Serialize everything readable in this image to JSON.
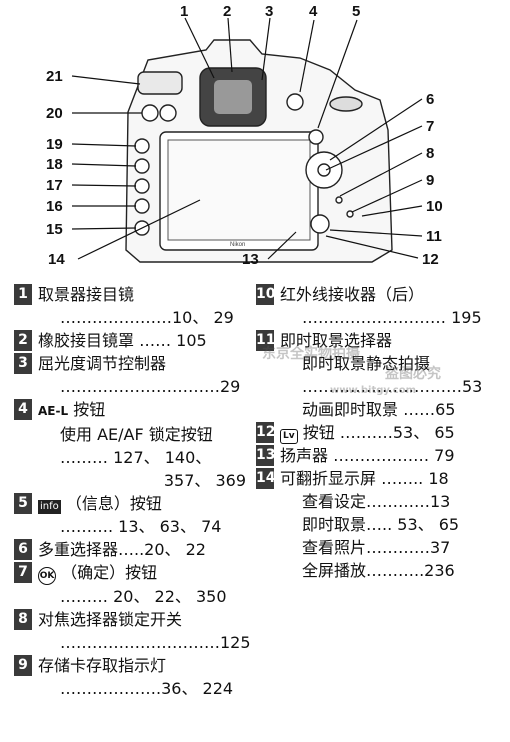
{
  "callouts": {
    "c1": "1",
    "c2": "2",
    "c3": "3",
    "c4": "4",
    "c5": "5",
    "c6": "6",
    "c7": "7",
    "c8": "8",
    "c9": "9",
    "c10": "10",
    "c11": "11",
    "c12": "12",
    "c13": "13",
    "c14": "14",
    "c15": "15",
    "c16": "16",
    "c17": "17",
    "c18": "18",
    "c19": "19",
    "c20": "20",
    "c21": "21"
  },
  "camera_brand": "Nikon",
  "icons": {
    "lock": "AE-L/AF-L lock symbol",
    "info": "info button symbol",
    "ok": "OK button symbol",
    "lv": "live view symbol"
  },
  "entries": {
    "e1": {
      "num": "1",
      "title": "取景器接目镜",
      "line1": "…………………10、 29"
    },
    "e2": {
      "num": "2",
      "title": "橡胶接目镜罩 …… 105"
    },
    "e3": {
      "num": "3",
      "title": "屈光度调节控制器",
      "line1": "…………………………29"
    },
    "e4": {
      "num": "4",
      "title": "按钮",
      "line1": "使用 AE/AF 锁定按钮",
      "line2": "……… 127、 140、",
      "line3": "357、 369"
    },
    "e5": {
      "num": "5",
      "title": "（信息）按钮",
      "line1": "………. 13、 63、 74"
    },
    "e6": {
      "num": "6",
      "title": "多重选择器…..20、 22"
    },
    "e7": {
      "num": "7",
      "title": "（确定）按钮",
      "line1": "……… 20、 22、 350"
    },
    "e8": {
      "num": "8",
      "title": "对焦选择器锁定开关",
      "line1": "…………………………125"
    },
    "e9": {
      "num": "9",
      "title": "存储卡存取指示灯",
      "line1": "……………….36、 224"
    },
    "e10": {
      "num": "10",
      "title": "红外线接收器（后）",
      "line1": "……………………… 195"
    },
    "e11": {
      "num": "11",
      "title": "即时取景选择器",
      "line1": "即时取景静态拍摄",
      "line2": "…………………………53",
      "line3": "动画即时取景 ……65"
    },
    "e12": {
      "num": "12",
      "title": "按钮 ……….53、 65"
    },
    "e13": {
      "num": "13",
      "title": "扬声器 ……………… 79"
    },
    "e14": {
      "num": "14",
      "title": "可翻折显示屏 …….. 18",
      "line1": "查看设定…………13",
      "line2": "即时取景….. 53、 65",
      "line3": "查看照片…………37",
      "line4": "全屏播放………..236"
    }
  },
  "watermark": {
    "line1": "东京全实物拍摄",
    "line2": "盗图必究",
    "url": "www.bitgy.com"
  }
}
